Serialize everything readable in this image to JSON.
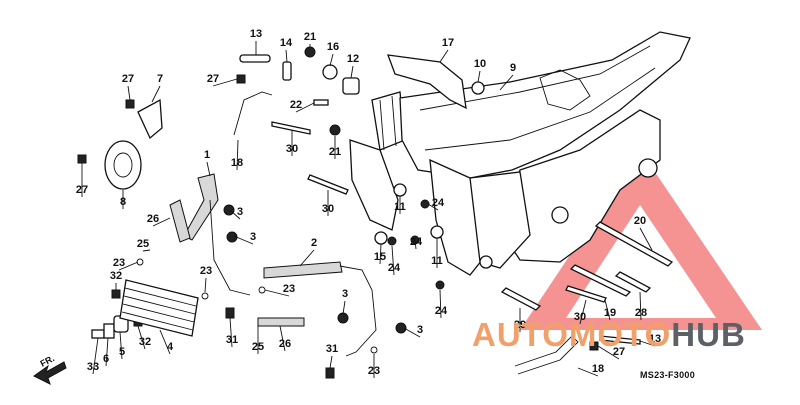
{
  "diagram": {
    "code": "MS23-F3000",
    "front_label": "FR.",
    "watermark": {
      "part1": "AUTOMOTO",
      "part2": "HUB",
      "accent_color": "#f2a06a",
      "triangle_color": "#ee3b3b"
    },
    "callouts": [
      {
        "id": "c1",
        "text": "1"
      },
      {
        "id": "c2",
        "text": "2"
      },
      {
        "id": "c3a",
        "text": "3"
      },
      {
        "id": "c3b",
        "text": "3"
      },
      {
        "id": "c3c",
        "text": "3"
      },
      {
        "id": "c3d",
        "text": "3"
      },
      {
        "id": "c4",
        "text": "4"
      },
      {
        "id": "c5",
        "text": "5"
      },
      {
        "id": "c6",
        "text": "6"
      },
      {
        "id": "c7",
        "text": "7"
      },
      {
        "id": "c8",
        "text": "8"
      },
      {
        "id": "c9",
        "text": "9"
      },
      {
        "id": "c10",
        "text": "10"
      },
      {
        "id": "c11a",
        "text": "11"
      },
      {
        "id": "c11b",
        "text": "11"
      },
      {
        "id": "c12",
        "text": "12"
      },
      {
        "id": "c13a",
        "text": "13"
      },
      {
        "id": "c13b",
        "text": "13"
      },
      {
        "id": "c14",
        "text": "14"
      },
      {
        "id": "c15",
        "text": "15"
      },
      {
        "id": "c16",
        "text": "16"
      },
      {
        "id": "c17",
        "text": "17"
      },
      {
        "id": "c18a",
        "text": "18"
      },
      {
        "id": "c18b",
        "text": "18"
      },
      {
        "id": "c19",
        "text": "19"
      },
      {
        "id": "c20",
        "text": "20"
      },
      {
        "id": "c21a",
        "text": "21"
      },
      {
        "id": "c21b",
        "text": "21"
      },
      {
        "id": "c22",
        "text": "22"
      },
      {
        "id": "c23a",
        "text": "23"
      },
      {
        "id": "c23b",
        "text": "23"
      },
      {
        "id": "c23c",
        "text": "23"
      },
      {
        "id": "c23d",
        "text": "23"
      },
      {
        "id": "c24a",
        "text": "24"
      },
      {
        "id": "c24b",
        "text": "24"
      },
      {
        "id": "c24c",
        "text": "24"
      },
      {
        "id": "c24d",
        "text": "24"
      },
      {
        "id": "c25a",
        "text": "25"
      },
      {
        "id": "c25b",
        "text": "25"
      },
      {
        "id": "c26a",
        "text": "26"
      },
      {
        "id": "c26b",
        "text": "26"
      },
      {
        "id": "c27a",
        "text": "27"
      },
      {
        "id": "c27b",
        "text": "27"
      },
      {
        "id": "c27c",
        "text": "27"
      },
      {
        "id": "c27d",
        "text": "27"
      },
      {
        "id": "c28",
        "text": "28"
      },
      {
        "id": "c29",
        "text": "29"
      },
      {
        "id": "c30a",
        "text": "30"
      },
      {
        "id": "c30b",
        "text": "30"
      },
      {
        "id": "c30c",
        "text": "30"
      },
      {
        "id": "c31a",
        "text": "31"
      },
      {
        "id": "c31b",
        "text": "31"
      },
      {
        "id": "c32a",
        "text": "32"
      },
      {
        "id": "c32b",
        "text": "32"
      },
      {
        "id": "c33",
        "text": "33"
      }
    ]
  }
}
